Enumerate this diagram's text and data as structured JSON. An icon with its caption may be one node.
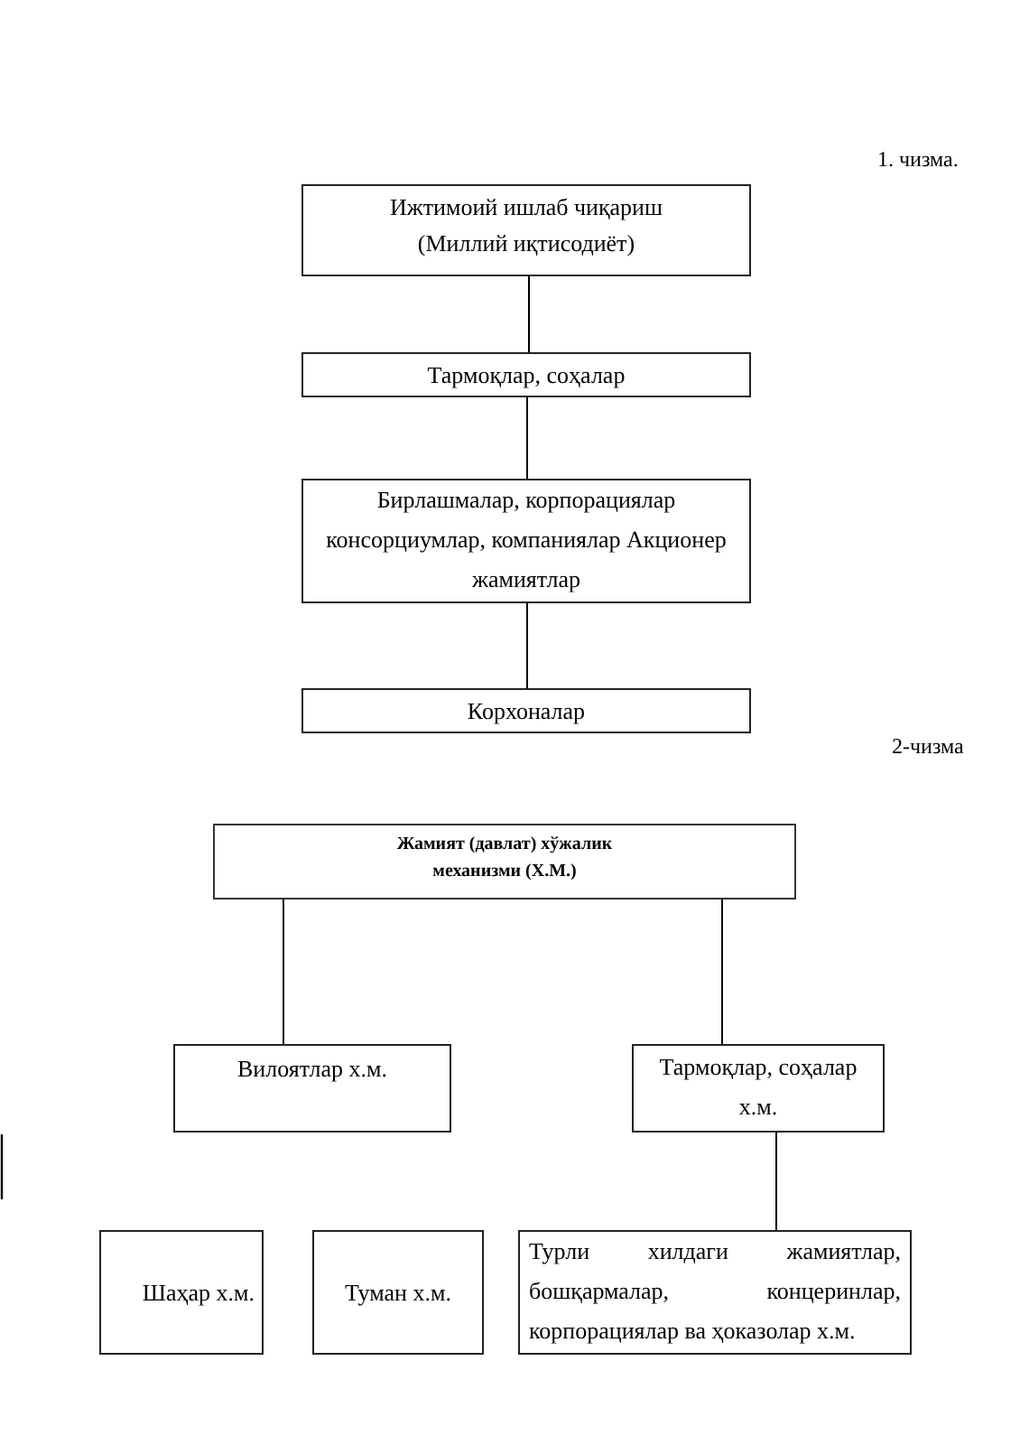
{
  "diagram": {
    "nodes": [
      {
        "text": [
          "Ижтимоий ишлаб чиқариш",
          "(Миллий иқтисодиёт)"
        ]
      },
      {
        "text": [
          "Тармоқлар, соҳалар"
        ]
      },
      {
        "text": [
          "Бирлашмалар, корпорациялар консорциумлар, компаниялар Акционер жамиятлар"
        ]
      },
      {
        "text": [
          "Корхоналар"
        ]
      },
      {
        "text": [
          "Жамият (давлат) хўжалик механизми (Х.М.)"
        ]
      },
      {
        "text": [
          "Вилоятлар х.м."
        ]
      },
      {
        "text": [
          "Тармоқлар, соҳалар х.м."
        ]
      },
      {
        "text": [
          "Шаҳар х.м."
        ]
      },
      {
        "text": [
          "Туман х.м."
        ]
      },
      {
        "text": [
          "Турли хилдаги жамиятлар, бошқармалар, концеринлар, корпорациялар ва ҳоказолар х.м."
        ]
      }
    ],
    "edges": [
      {
        "from": 0,
        "to": 1,
        "arrow": "none"
      },
      {
        "from": 1,
        "to": 2,
        "arrow": "none"
      },
      {
        "from": 2,
        "to": 3,
        "arrow": "none"
      },
      {
        "from": 4,
        "to": 5,
        "arrow": "none"
      },
      {
        "from": 4,
        "to": 6,
        "arrow": "none"
      },
      {
        "from": 6,
        "to": 9,
        "arrow": "none"
      }
    ],
    "labels": [
      "1. чизма.",
      "2-чизма"
    ]
  }
}
